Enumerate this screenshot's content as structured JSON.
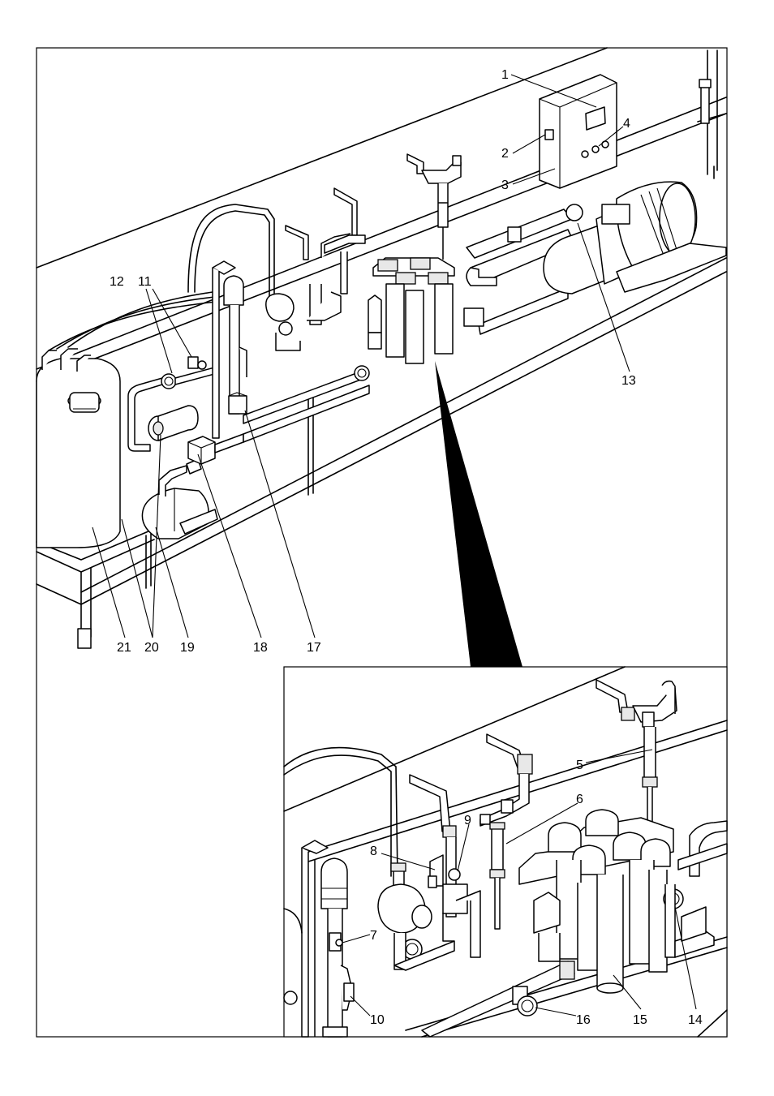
{
  "diagram": {
    "callouts_main": [
      "1",
      "2",
      "3",
      "4",
      "11",
      "12",
      "13",
      "17",
      "18",
      "19",
      "20",
      "21"
    ],
    "callouts_detail": [
      "5",
      "6",
      "7",
      "8",
      "9",
      "10",
      "14",
      "15",
      "16"
    ]
  }
}
